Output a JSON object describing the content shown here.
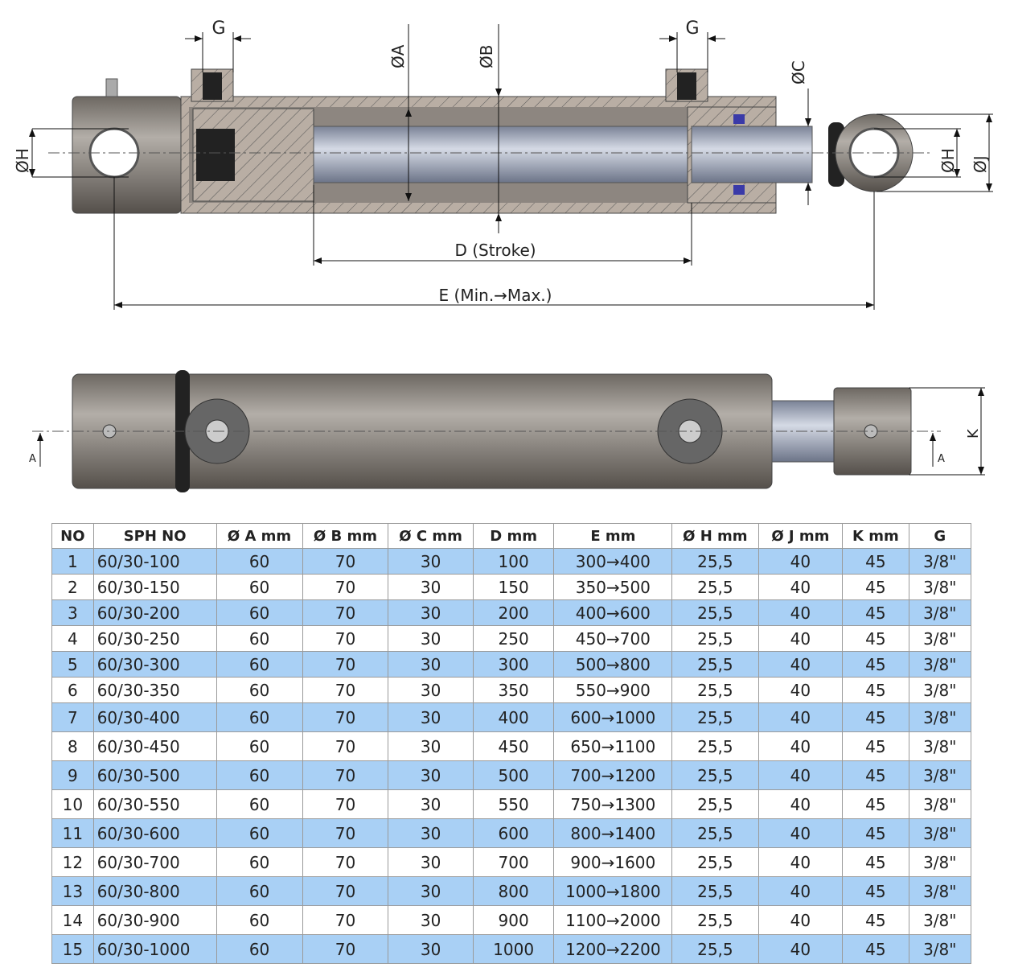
{
  "diagram": {
    "labels": {
      "g_left": "G",
      "g_right": "G",
      "dia_a": "ØA",
      "dia_b": "ØB",
      "dia_c": "ØC",
      "dia_h_left": "ØH",
      "dia_h_right": "ØH",
      "dia_j": "ØJ",
      "stroke": "D (Stroke)",
      "length": "E (Min.→Max.)",
      "section_a_left": "A",
      "section_a_right": "A",
      "k": "K"
    }
  },
  "table": {
    "columns": [
      "NO",
      "SPH NO",
      "Ø A mm",
      "Ø B mm",
      "Ø C mm",
      "D mm",
      "E mm",
      "Ø H mm",
      "Ø J mm",
      "K mm",
      "G"
    ],
    "rows": [
      [
        "1",
        "60/30-100",
        "60",
        "70",
        "30",
        "100",
        "300→400",
        "25,5",
        "40",
        "45",
        "3/8\""
      ],
      [
        "2",
        "60/30-150",
        "60",
        "70",
        "30",
        "150",
        "350→500",
        "25,5",
        "40",
        "45",
        "3/8\""
      ],
      [
        "3",
        "60/30-200",
        "60",
        "70",
        "30",
        "200",
        "400→600",
        "25,5",
        "40",
        "45",
        "3/8\""
      ],
      [
        "4",
        "60/30-250",
        "60",
        "70",
        "30",
        "250",
        "450→700",
        "25,5",
        "40",
        "45",
        "3/8\""
      ],
      [
        "5",
        "60/30-300",
        "60",
        "70",
        "30",
        "300",
        "500→800",
        "25,5",
        "40",
        "45",
        "3/8\""
      ],
      [
        "6",
        "60/30-350",
        "60",
        "70",
        "30",
        "350",
        "550→900",
        "25,5",
        "40",
        "45",
        "3/8\""
      ],
      [
        "7",
        "60/30-400",
        "60",
        "70",
        "30",
        "400",
        "600→1000",
        "25,5",
        "40",
        "45",
        "3/8\""
      ],
      [
        "8",
        "60/30-450",
        "60",
        "70",
        "30",
        "450",
        "650→1100",
        "25,5",
        "40",
        "45",
        "3/8\""
      ],
      [
        "9",
        "60/30-500",
        "60",
        "70",
        "30",
        "500",
        "700→1200",
        "25,5",
        "40",
        "45",
        "3/8\""
      ],
      [
        "10",
        "60/30-550",
        "60",
        "70",
        "30",
        "550",
        "750→1300",
        "25,5",
        "40",
        "45",
        "3/8\""
      ],
      [
        "11",
        "60/30-600",
        "60",
        "70",
        "30",
        "600",
        "800→1400",
        "25,5",
        "40",
        "45",
        "3/8\""
      ],
      [
        "12",
        "60/30-700",
        "60",
        "70",
        "30",
        "700",
        "900→1600",
        "25,5",
        "40",
        "45",
        "3/8\""
      ],
      [
        "13",
        "60/30-800",
        "60",
        "70",
        "30",
        "800",
        "1000→1800",
        "25,5",
        "40",
        "45",
        "3/8\""
      ],
      [
        "14",
        "60/30-900",
        "60",
        "70",
        "30",
        "900",
        "1100→2000",
        "25,5",
        "40",
        "45",
        "3/8\""
      ],
      [
        "15",
        "60/30-1000",
        "60",
        "70",
        "30",
        "1000",
        "1200→2200",
        "25,5",
        "40",
        "45",
        "3/8\""
      ]
    ]
  },
  "colors": {
    "row_highlight": "#a9d0f5",
    "steel": "#8a8580",
    "rod": "#aab2c4",
    "seal": "#3a3aa8"
  }
}
